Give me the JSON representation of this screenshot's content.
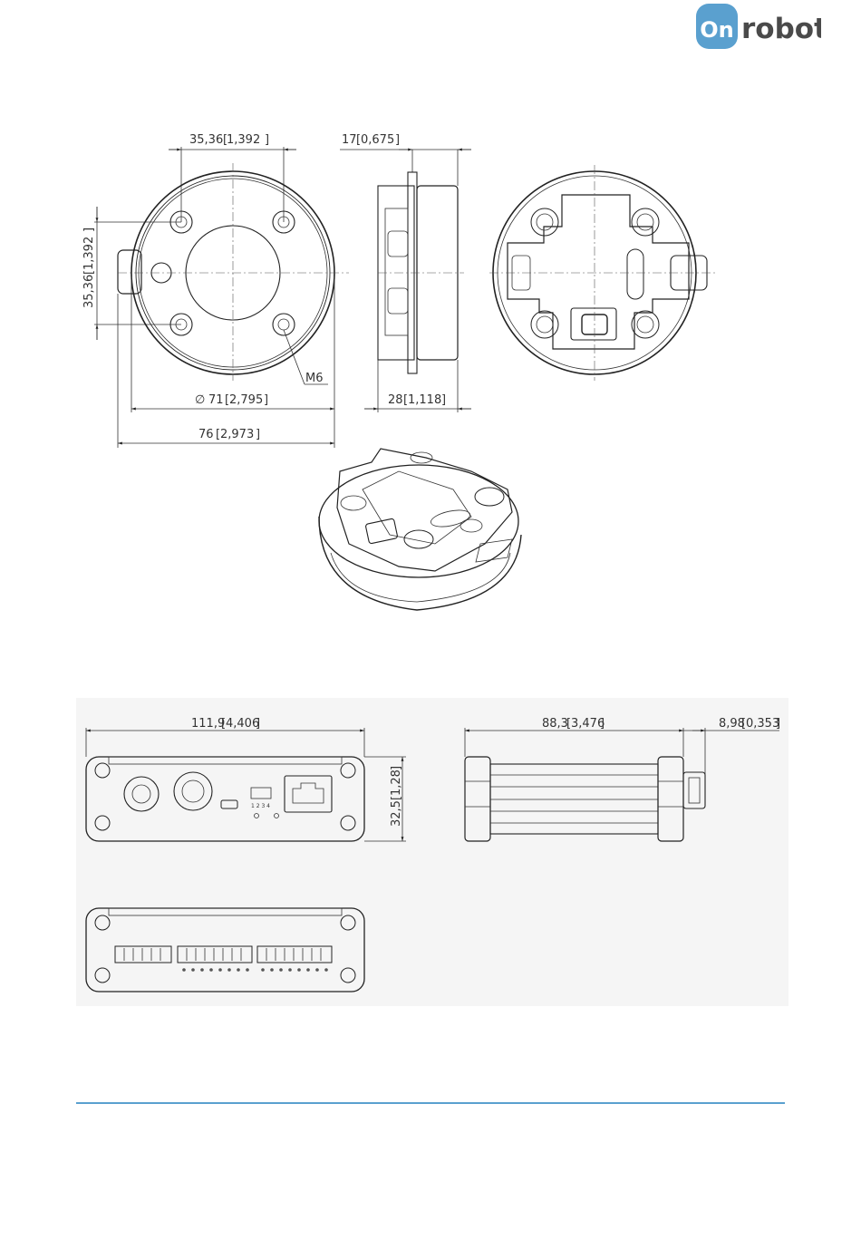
{
  "brand": {
    "logo_text": "robot",
    "logo_glyph": "On",
    "accent_color": "#5aa0cf"
  },
  "quick_changer": {
    "front_view": {
      "bolt_spacing_horizontal": "35,36",
      "bolt_spacing_horizontal_in": "1,392",
      "bolt_spacing_vertical": "35,36",
      "bolt_spacing_vertical_in": "1,392",
      "thread_label": "M6",
      "diameter_symbol": "∅",
      "diameter": "71",
      "diameter_in": "2,795",
      "overall_width": "76",
      "overall_width_in": "2,973"
    },
    "side_view": {
      "flange_thickness": "17",
      "flange_thickness_in": "0,675",
      "height": "28",
      "height_in": "1,118"
    }
  },
  "compute_box": {
    "front_view": {
      "width": "111,9",
      "width_in": "4,406",
      "height": "32,5",
      "height_in": "1,28",
      "dip_switch_numbers": "1 2 3 4"
    },
    "side_view": {
      "length": "88,3",
      "length_in": "3,476",
      "connector_depth": "8,98",
      "connector_depth_in": "0,353"
    }
  }
}
